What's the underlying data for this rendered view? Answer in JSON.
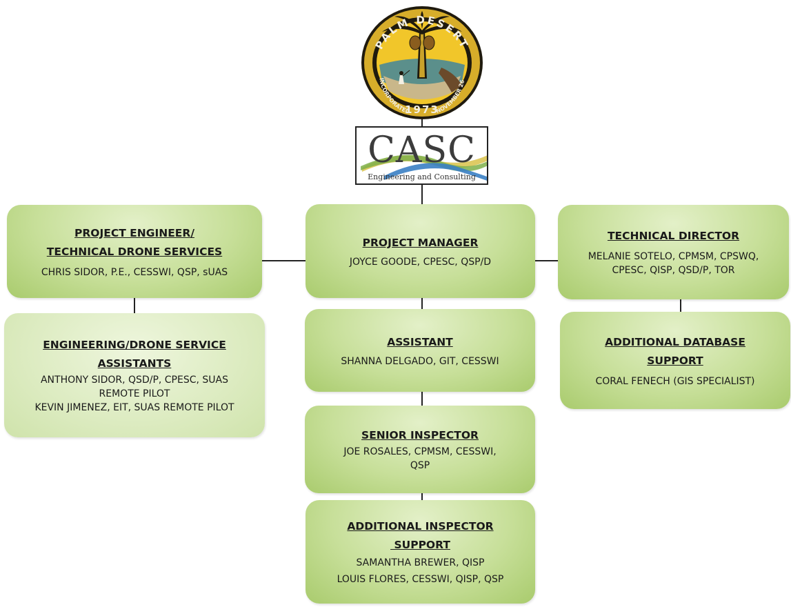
{
  "logos": {
    "city_seal": {
      "top_text": "PALM DESERT",
      "left_text": "INCORPORATED",
      "right_text": "NOVEMBER 26",
      "year": "1973"
    },
    "firm": {
      "name": "CASC",
      "tagline": "Engineering and Consulting"
    }
  },
  "colors": {
    "box_fill": "#c7df99",
    "box_fill_light": "#dcebc0",
    "connector": "#222222"
  },
  "nodes": {
    "project_engineer": {
      "title_line1": "PROJECT ENGINEER/",
      "title_line2": "TECHNICAL DRONE SERVICES",
      "people": [
        "CHRIS SIDOR, P.E., CESSWI, QSP, sUAS"
      ]
    },
    "project_manager": {
      "title": "PROJECT MANAGER",
      "people": [
        "JOYCE GOODE, CPESC, QSP/D"
      ]
    },
    "technical_director": {
      "title": "TECHNICAL DIRECTOR",
      "people": [
        "MELANIE SOTELO, CPMSM, CPSWQ,",
        "CPESC, QISP, QSD/P, TOR"
      ]
    },
    "engineering_assistants": {
      "title_line1": "ENGINEERING/DRONE SERVICE",
      "title_line2": "ASSISTANTS",
      "people": [
        "ANTHONY SIDOR, QSD/P, CPESC, SUAS",
        "REMOTE PILOT",
        "KEVIN JIMENEZ, EIT, SUAS REMOTE PILOT"
      ]
    },
    "assistant": {
      "title": "ASSISTANT",
      "people": [
        "SHANNA DELGADO, GIT, CESSWI"
      ]
    },
    "additional_database": {
      "title_line1": "ADDITIONAL DATABASE",
      "title_line2": "SUPPORT",
      "people": [
        "CORAL FENECH (GIS SPECIALIST)"
      ]
    },
    "senior_inspector": {
      "title": "SENIOR INSPECTOR",
      "people": [
        "JOE ROSALES, CPMSM, CESSWI,",
        "QSP"
      ]
    },
    "additional_inspector": {
      "title_line1": "ADDITIONAL INSPECTOR",
      "title_line2": " SUPPORT",
      "people": [
        "SAMANTHA BREWER, QISP",
        "LOUIS FLORES, CESSWI, QISP, QSP"
      ]
    }
  }
}
